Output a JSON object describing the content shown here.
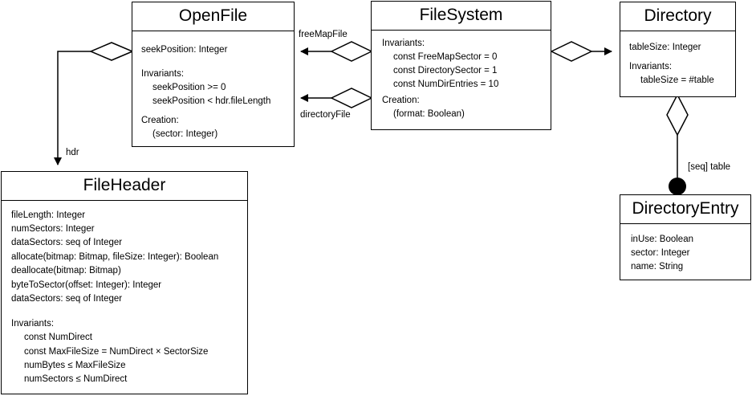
{
  "classes": {
    "openfile": {
      "name": "OpenFile",
      "attributes": [
        "seekPosition: Integer"
      ],
      "invariants_label": "Invariants:",
      "invariants": [
        "seekPosition >= 0",
        "seekPosition < hdr.fileLength"
      ],
      "creation_label": "Creation:",
      "creation": [
        "(sector: Integer)"
      ]
    },
    "filesystem": {
      "name": "FileSystem",
      "invariants_label": "Invariants:",
      "invariants": [
        "const FreeMapSector = 0",
        "const DirectorySector = 1",
        "const NumDirEntries = 10"
      ],
      "creation_label": "Creation:",
      "creation": [
        "(format: Boolean)"
      ]
    },
    "directory": {
      "name": "Directory",
      "attributes": [
        "tableSize: Integer"
      ],
      "invariants_label": "Invariants:",
      "invariants": [
        "tableSize = #table"
      ]
    },
    "fileheader": {
      "name": "FileHeader",
      "members": [
        "fileLength: Integer",
        "numSectors: Integer",
        "dataSectors: seq of Integer",
        "allocate(bitmap: Bitmap, fileSize: Integer): Boolean",
        "deallocate(bitmap: Bitmap)",
        "byteToSector(offset: Integer): Integer",
        "dataSectors: seq of Integer"
      ],
      "invariants_label": "Invariants:",
      "invariants": [
        "const NumDirect",
        "const MaxFileSize = NumDirect × SectorSize",
        "numBytes  ≤  MaxFileSize",
        "numSectors  ≤  NumDirect"
      ]
    },
    "directoryentry": {
      "name": "DirectoryEntry",
      "attributes": [
        "inUse: Boolean",
        "sector: Integer",
        "name: String"
      ]
    }
  },
  "associations": {
    "freemapfile": "freeMapFile",
    "directoryfile": "directoryFile",
    "hdr": "hdr",
    "table": "[seq] table"
  }
}
